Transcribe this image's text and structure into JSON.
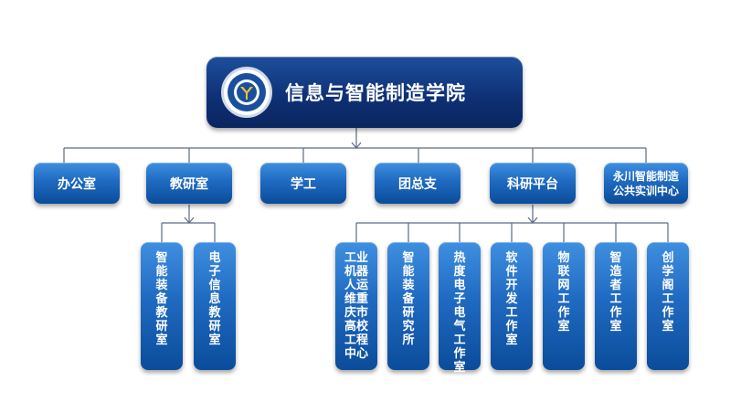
{
  "root": {
    "title": "信息与智能制造学院",
    "logo_icon": "school-emblem-icon"
  },
  "departments": [
    {
      "label": "办公室"
    },
    {
      "label": "教研室"
    },
    {
      "label": "学工"
    },
    {
      "label": "团总支"
    },
    {
      "label": "科研平台"
    },
    {
      "label": "永川智能制造公共实训中心"
    }
  ],
  "teaching_offices": [
    {
      "label": "智能装备教研室"
    },
    {
      "label": "电子信息教研室"
    }
  ],
  "research_platforms": [
    {
      "label": "工业机器人运维重庆市高校工程中心"
    },
    {
      "label": "智能装备研究所"
    },
    {
      "label": "热度电子电气工作室"
    },
    {
      "label": "软件开发工作室"
    },
    {
      "label": "物联网工作室"
    },
    {
      "label": "智造者工作室"
    },
    {
      "label": "创学阁工作室"
    }
  ],
  "colors": {
    "line": "#5a6a86",
    "box_top": "#3f8fe0",
    "box_bottom": "#0b4c9a",
    "root": "#0e2f73"
  }
}
